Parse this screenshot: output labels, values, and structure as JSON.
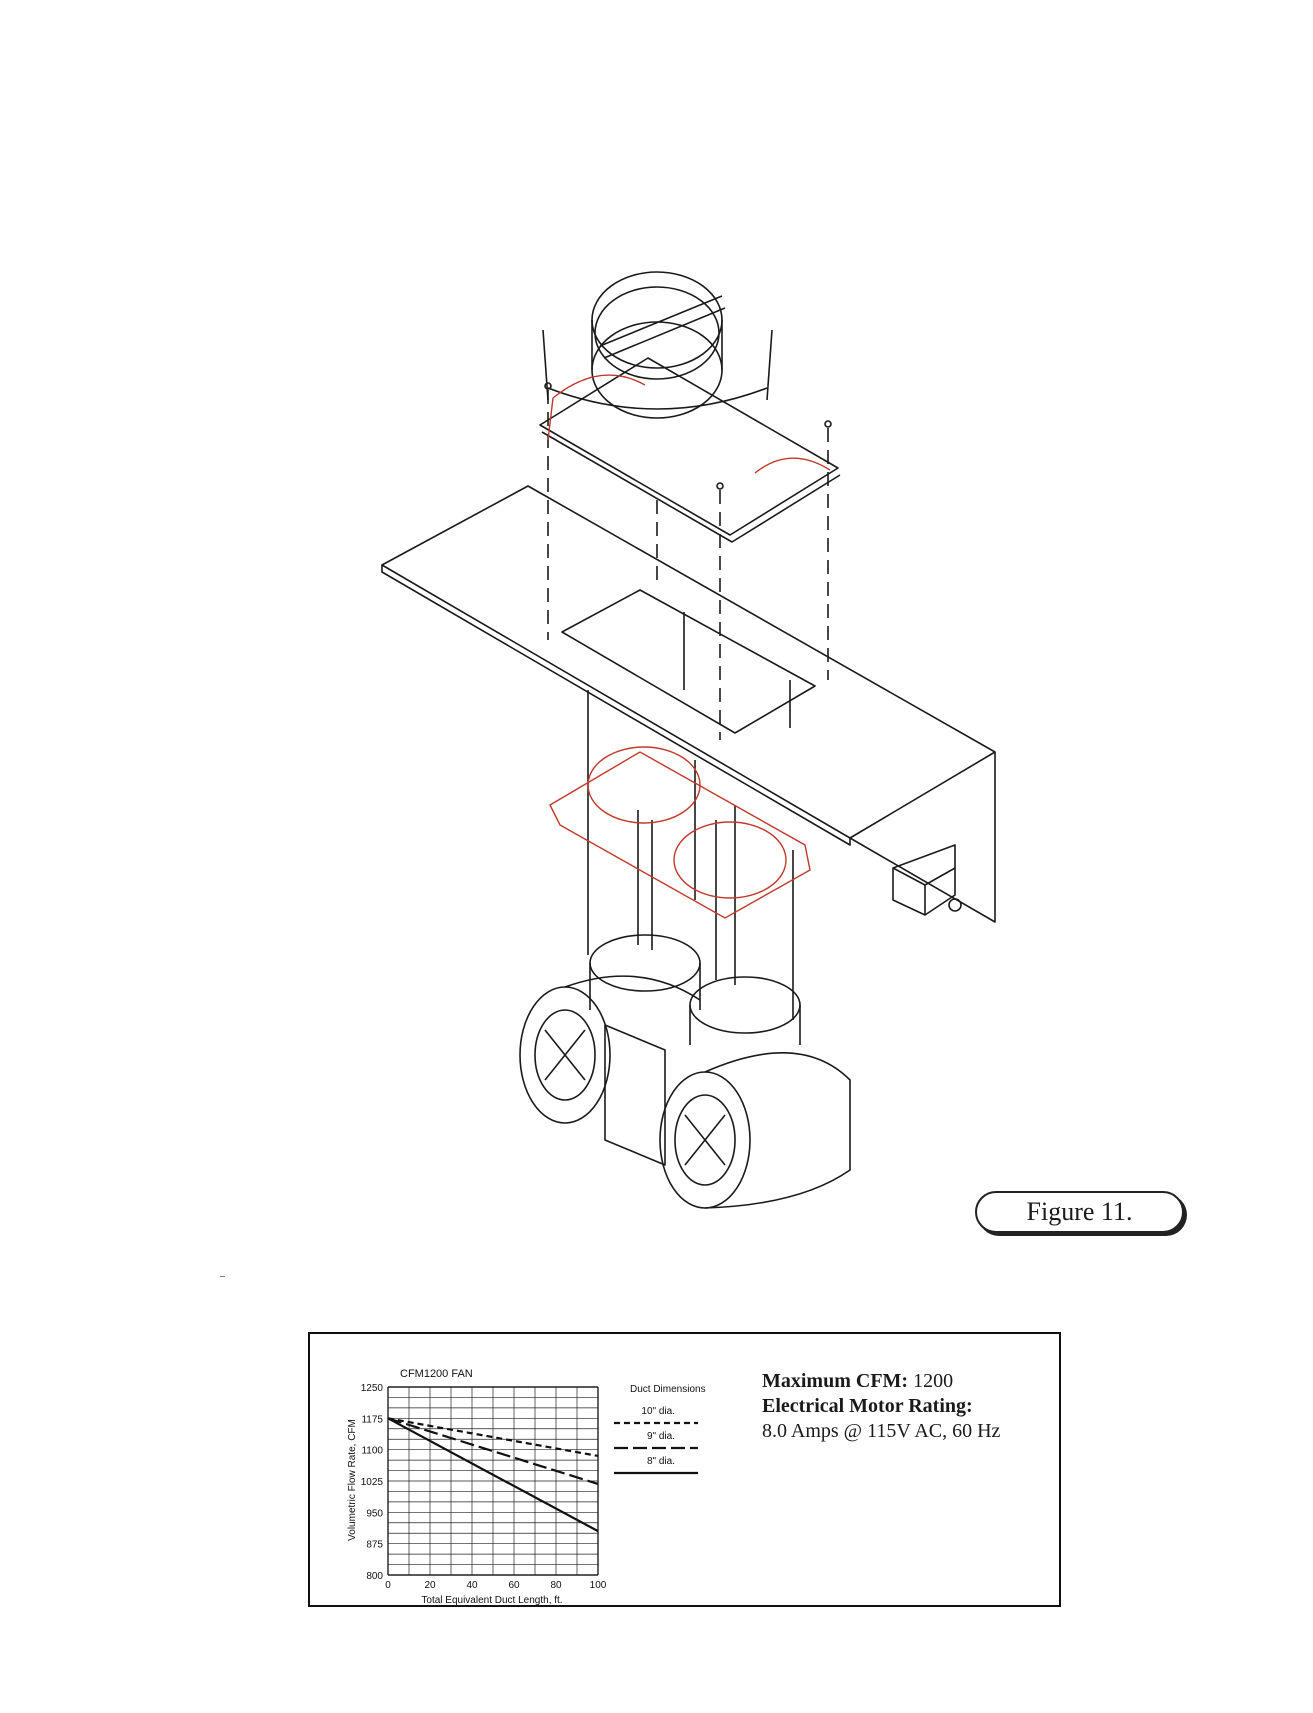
{
  "figure": {
    "label": "Figure 11."
  },
  "specs": {
    "max_cfm_label": "Maximum CFM:",
    "max_cfm_value": "1200",
    "motor_label": "Electrical Motor Rating:",
    "motor_value": "8.0 Amps @ 115V AC, 60 Hz"
  },
  "colors": {
    "linework": "#1a1a1a",
    "gasket": "#c0392b"
  },
  "chart_data": {
    "type": "line",
    "title": "CFM1200 FAN",
    "xlabel": "Total Equivalent Duct Length, ft.",
    "ylabel": "Volumetric Flow Rate, CFM",
    "xlim": [
      0,
      100
    ],
    "ylim": [
      800,
      1250
    ],
    "x_ticks": [
      0,
      20,
      40,
      60,
      80,
      100
    ],
    "y_ticks": [
      800,
      875,
      950,
      1025,
      1100,
      1175,
      1250
    ],
    "grid": true,
    "legend_title": "Duct Dimensions",
    "legend_position": "right",
    "series": [
      {
        "name": "10\" dia.",
        "style": "short-dash",
        "x": [
          0,
          100
        ],
        "y": [
          1175,
          1085
        ]
      },
      {
        "name": "9\" dia.",
        "style": "long-dash",
        "x": [
          0,
          100
        ],
        "y": [
          1175,
          1018
        ]
      },
      {
        "name": "8\" dia.",
        "style": "solid",
        "x": [
          0,
          100
        ],
        "y": [
          1175,
          905
        ]
      }
    ]
  }
}
